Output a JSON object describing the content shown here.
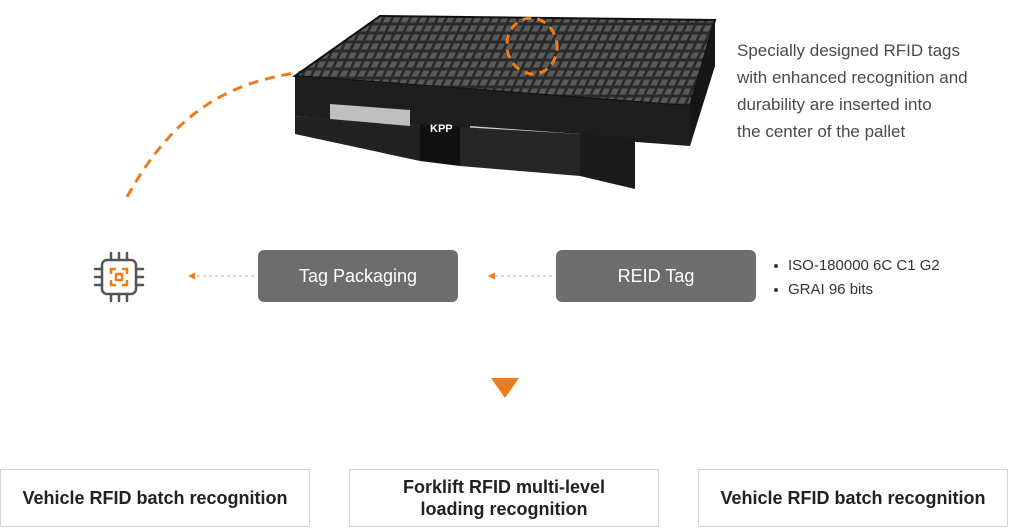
{
  "description": {
    "lines": [
      "Specially designed RFID tags",
      "with enhanced recognition and",
      "durability are inserted into",
      "the center of the pallet"
    ]
  },
  "pallet": {
    "brand": "KPP"
  },
  "flow": {
    "packaging_label": "Tag Packaging",
    "tag_label": "REID Tag",
    "specs": [
      "ISO-180000 6C C1 G2",
      "GRAI 96 bits"
    ]
  },
  "outcomes": {
    "box1": [
      "Vehicle RFID batch recognition"
    ],
    "box2": [
      "Forklift RFID multi-level",
      "loading recognition"
    ],
    "box3": [
      "Vehicle RFID batch recognition"
    ]
  },
  "colors": {
    "accent": "#ed7d1c",
    "pill": "#6d6d6d",
    "pallet": "#1e1e1e"
  },
  "icons": {
    "chip": "chip-icon",
    "arrow_down": "triangle-down-icon"
  }
}
